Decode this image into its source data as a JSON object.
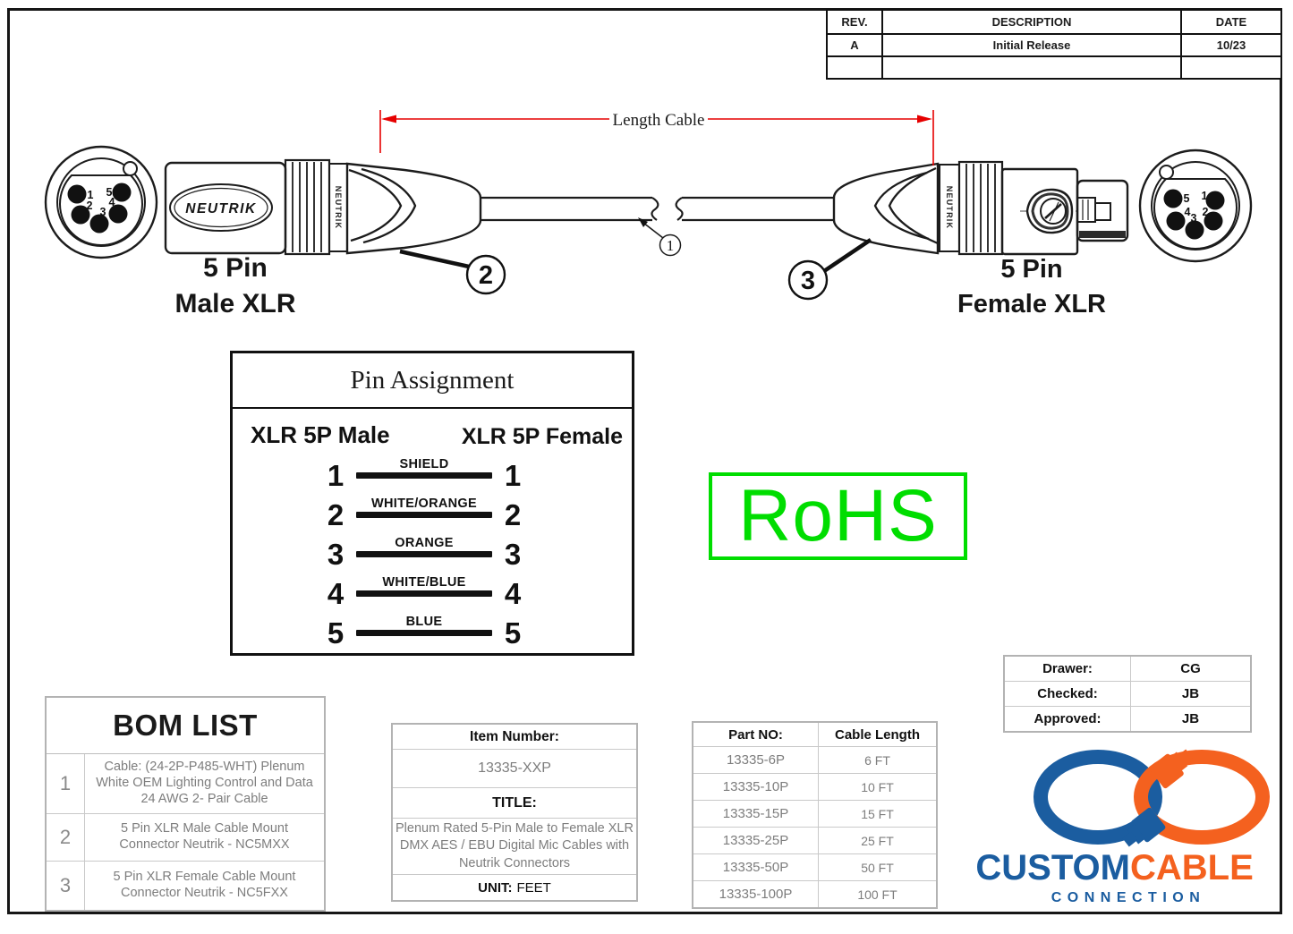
{
  "revision_table": {
    "headers": {
      "rev": "REV.",
      "description": "DESCRIPTION",
      "date": "DATE"
    },
    "rows": [
      {
        "rev": "A",
        "description": "Initial Release",
        "date": "10/23"
      },
      {
        "rev": "",
        "description": "",
        "date": ""
      }
    ]
  },
  "drawing": {
    "dimension_label": "Length Cable",
    "brand": "NEUTRIK",
    "male_connector": {
      "line1": "5 Pin",
      "line2": "Male XLR",
      "face_pins": [
        "1",
        "5",
        "2",
        "3",
        "4"
      ]
    },
    "female_connector": {
      "line1": "5 Pin",
      "line2": "Female XLR",
      "face_pins": [
        "5",
        "1",
        "4",
        "3",
        "2"
      ]
    },
    "callouts": {
      "cable": "1",
      "male_boot": "2",
      "female_boot": "3"
    }
  },
  "pin_assignment": {
    "title": "Pin Assignment",
    "male_header": "XLR 5P Male",
    "female_header": "XLR 5P Female",
    "rows": [
      {
        "male": "1",
        "wire": "SHIELD",
        "female": "1"
      },
      {
        "male": "2",
        "wire": "WHITE/ORANGE",
        "female": "2"
      },
      {
        "male": "3",
        "wire": "ORANGE",
        "female": "3"
      },
      {
        "male": "4",
        "wire": "WHITE/BLUE",
        "female": "4"
      },
      {
        "male": "5",
        "wire": "BLUE",
        "female": "5"
      }
    ]
  },
  "rohs": {
    "label": "RoHS",
    "color": "#00dd00"
  },
  "bom": {
    "title": "BOM LIST",
    "items": [
      {
        "no": "1",
        "description": "Cable: (24-2P-P485-WHT) Plenum White OEM Lighting Control and Data 24 AWG 2- Pair Cable"
      },
      {
        "no": "2",
        "description": "5 Pin XLR Male Cable Mount Connector Neutrik - NC5MXX"
      },
      {
        "no": "3",
        "description": "5 Pin XLR Female Cable Mount Connector Neutrik - NC5FXX"
      }
    ]
  },
  "item_info": {
    "item_number_label": "Item Number:",
    "item_number": "13335-XXP",
    "title_label": "TITLE:",
    "title_text": "Plenum Rated 5-Pin Male to Female XLR DMX AES / EBU Digital Mic Cables with Neutrik Connectors",
    "unit_label": "UNIT:",
    "unit_value": "FEET"
  },
  "part_table": {
    "part_header": "Part NO:",
    "length_header": "Cable Length",
    "rows": [
      {
        "part": "13335-6P",
        "length": "6 FT"
      },
      {
        "part": "13335-10P",
        "length": "10 FT"
      },
      {
        "part": "13335-15P",
        "length": "15 FT"
      },
      {
        "part": "13335-25P",
        "length": "25 FT"
      },
      {
        "part": "13335-50P",
        "length": "50 FT"
      },
      {
        "part": "13335-100P",
        "length": "100 FT"
      }
    ]
  },
  "approval": {
    "rows": [
      {
        "label": "Drawer:",
        "value": "CG"
      },
      {
        "label": "Checked:",
        "value": "JB"
      },
      {
        "label": "Approved:",
        "value": "JB"
      }
    ]
  },
  "logo": {
    "word1": "CUSTOM",
    "word2": "CABLE",
    "word3": "CONNECTION",
    "blue": "#1b5da0",
    "orange": "#f4611f"
  },
  "colors": {
    "dimension_red": "#e60000",
    "rohs_green": "#00dd00",
    "line_art": "#1c1c1c"
  }
}
